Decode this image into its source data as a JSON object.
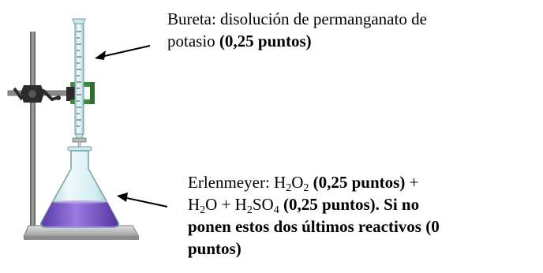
{
  "burette_label": {
    "line1": "Bureta: disolución de permanganato de",
    "line2_text": "potasio",
    "line2_bold": "(0,25 puntos)"
  },
  "flask_label": {
    "line1": {
      "prefix": "Erlenmeyer: H",
      "sub1": "2",
      "mid": "O",
      "sub2": "2",
      "bold": "(0,25 puntos)",
      "suffix": "+"
    },
    "line2": {
      "t1": "H",
      "s1": "2",
      "t2": "O + H",
      "s2": "2",
      "t3": "SO",
      "s3": "4",
      "bold": "(0,25 puntos). Si no"
    },
    "line3_bold": "ponen estos dos últimos reactivos (0",
    "line4_bold": "puntos)"
  },
  "colors": {
    "stand": "#6f7072",
    "burette_tube": "#eaf6f6",
    "clamp": "#2b2b2b",
    "clamp_ring": "#3d8a3a",
    "flask_glass": "#d7eef2",
    "flask_liquid": "#7a55c8",
    "arrow": "#000000"
  },
  "icons": [
    "burette-icon",
    "erlenmeyer-flask-icon",
    "ring-stand-icon",
    "clamp-icon",
    "arrow-icon"
  ]
}
